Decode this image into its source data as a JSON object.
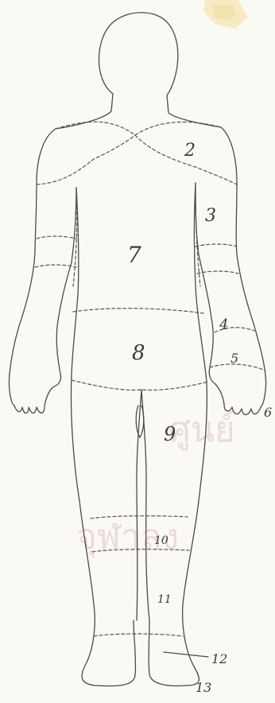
{
  "diagram": {
    "regions": [
      {
        "id": "region-2",
        "label": "2"
      },
      {
        "id": "region-3",
        "label": "3"
      },
      {
        "id": "region-4",
        "label": "4"
      },
      {
        "id": "region-5",
        "label": "5"
      },
      {
        "id": "region-6",
        "label": "6"
      },
      {
        "id": "region-7",
        "label": "7"
      },
      {
        "id": "region-8",
        "label": "8"
      },
      {
        "id": "region-9",
        "label": "9"
      },
      {
        "id": "region-10",
        "label": "10"
      },
      {
        "id": "region-11",
        "label": "11"
      },
      {
        "id": "region-12",
        "label": "12"
      },
      {
        "id": "region-13",
        "label": "13"
      }
    ],
    "watermark": {
      "text_top": "ศูนย์",
      "text_bottom": "จุฬาลง",
      "color": "#d9b7bd",
      "logo_color": "#f0dc8a"
    },
    "colors": {
      "line": "#4a4a4a",
      "paper": "#fbf9f4"
    }
  }
}
